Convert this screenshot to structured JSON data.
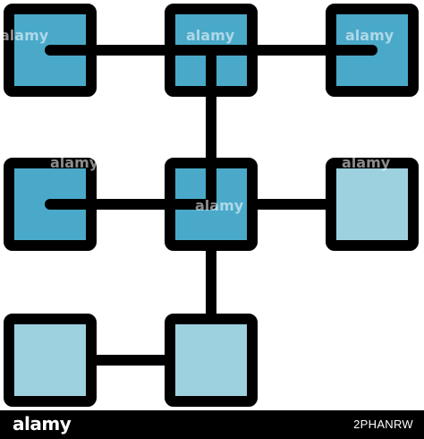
{
  "colors": {
    "outline": "#000000",
    "dark_fill": "#4aa9c9",
    "light_fill": "#9dd1e0",
    "background": "#ffffff",
    "footer_bg": "#000000",
    "footer_text": "#ffffff"
  },
  "icon": {
    "name": "block-network-diagram-icon",
    "nodes": [
      {
        "id": "r1c1",
        "fill": "dark"
      },
      {
        "id": "r1c2",
        "fill": "dark"
      },
      {
        "id": "r1c3",
        "fill": "dark"
      },
      {
        "id": "r2c1",
        "fill": "dark"
      },
      {
        "id": "r2c2",
        "fill": "dark"
      },
      {
        "id": "r2c3",
        "fill": "light"
      },
      {
        "id": "r3c1",
        "fill": "light"
      },
      {
        "id": "r3c2",
        "fill": "light"
      }
    ]
  },
  "watermark": {
    "text": "alamy"
  },
  "footer": {
    "logo_text": "alamy",
    "image_code": "2PHANRW"
  }
}
